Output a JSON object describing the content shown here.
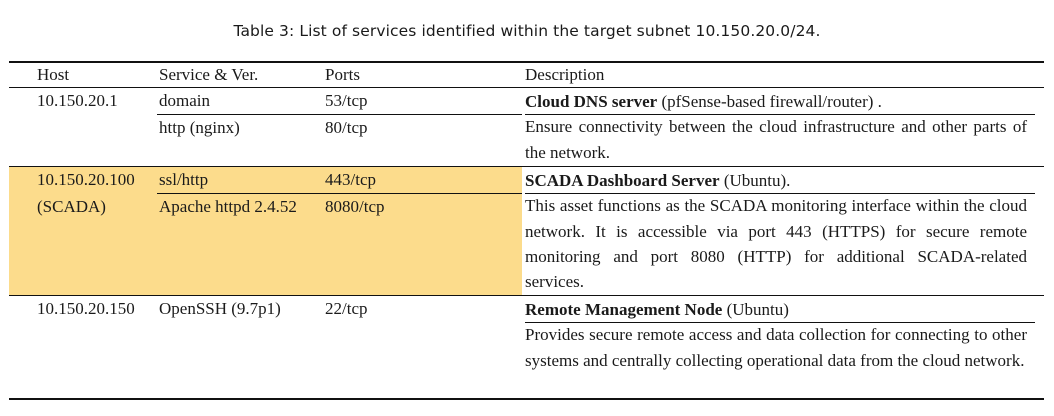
{
  "caption": "Table 3: List of services identified within the target subnet 10.150.20.0/24.",
  "header": {
    "host": "Host",
    "service": "Service & Ver.",
    "ports": "Ports",
    "description": "Description"
  },
  "rows": [
    {
      "host_line1": "10.150.20.1",
      "host_line2": "",
      "services": [
        {
          "name": "domain",
          "port": "53/tcp"
        },
        {
          "name": "http (nginx)",
          "port": "80/tcp"
        }
      ],
      "title": "Cloud DNS server",
      "title_suffix": " (pfSense-based firewall/router) .",
      "body": "Ensure connectivity between the cloud infrastructure and other parts of the network."
    },
    {
      "host_line1": "10.150.20.100",
      "host_line2": "(SCADA)",
      "highlighted": true,
      "highlight_color": "#fcdc8c",
      "services": [
        {
          "name": "ssl/http",
          "port": "443/tcp"
        },
        {
          "name": "Apache httpd 2.4.52",
          "port": "8080/tcp"
        }
      ],
      "title": "SCADA Dashboard Server",
      "title_suffix": " (Ubuntu).",
      "body": "This asset functions as the SCADA monitoring interface within the cloud network. It is accessible via port 443 (HTTPS) for secure remote monitoring and port 8080 (HTTP) for additional SCADA-­related services."
    },
    {
      "host_line1": "10.150.20.150",
      "host_line2": "",
      "services": [
        {
          "name": "OpenSSH (9.7p1)",
          "port": "22/tcp"
        }
      ],
      "title": "Remote Management Node",
      "title_suffix": " (Ubuntu)",
      "body": "Provides secure remote access and data collection for connecting to other systems and centrally collecting operational data from the cloud network."
    }
  ]
}
